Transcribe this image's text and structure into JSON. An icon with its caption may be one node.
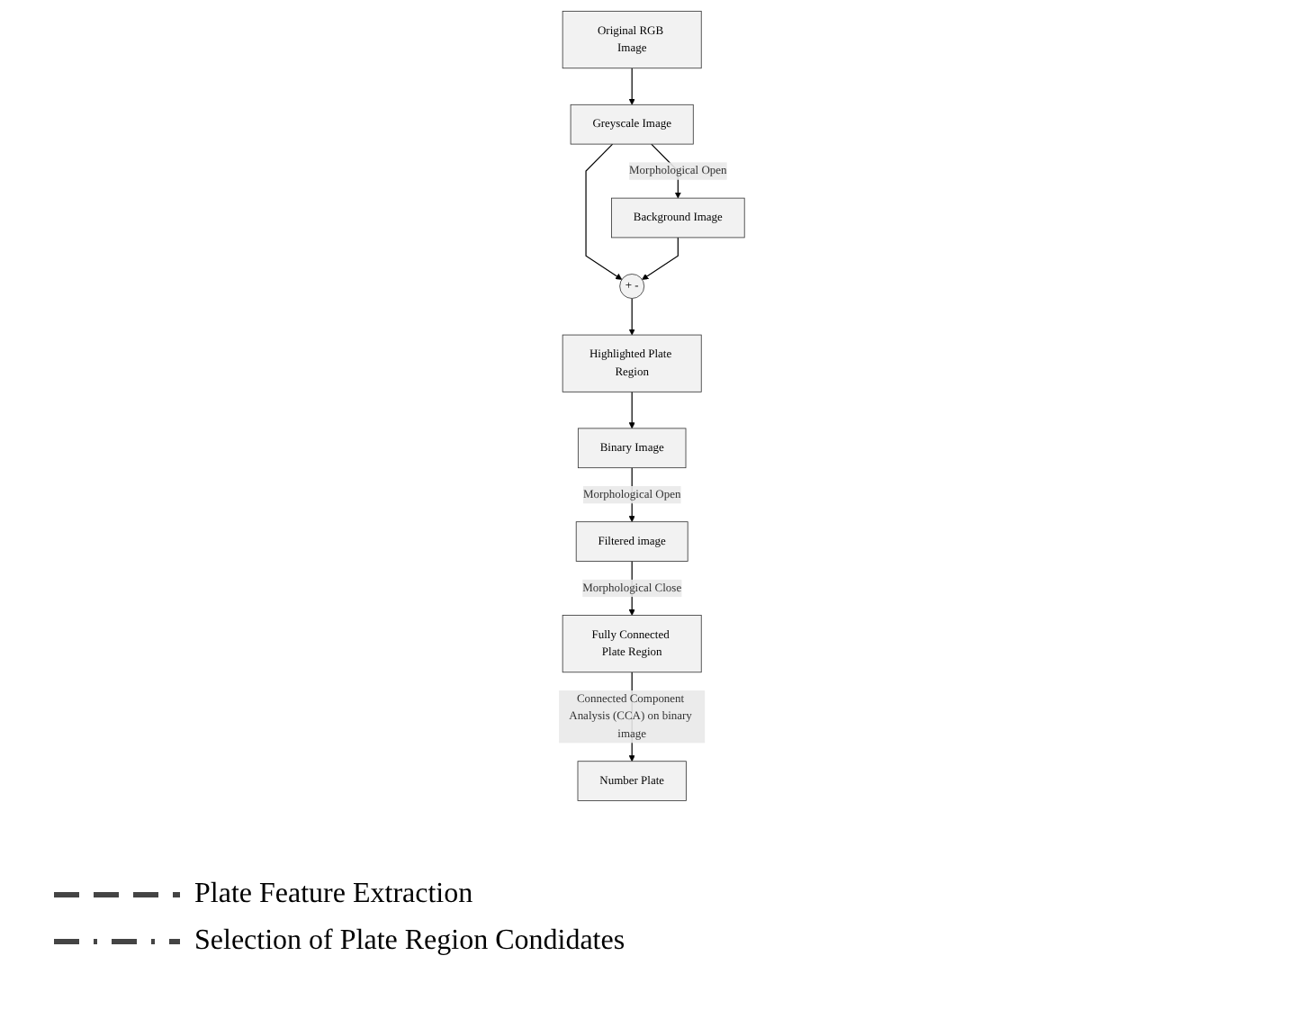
{
  "diagram": {
    "nodes": [
      {
        "text": [
          "Original RGB Image"
        ]
      },
      {
        "text": [
          "Greyscale Image"
        ]
      },
      {
        "text": [
          "Background Image"
        ]
      },
      {
        "text": [
          "+",
          "-"
        ]
      },
      {
        "text": [
          "Highlighted Plate Region"
        ]
      },
      {
        "text": [
          "Binary Image"
        ]
      },
      {
        "text": [
          "Filtered image"
        ]
      },
      {
        "text": [
          "Fully Connected Plate Region"
        ]
      },
      {
        "text": [
          "Number Plate"
        ]
      }
    ],
    "edges": [
      {
        "from": 0,
        "to": 1,
        "arrow": "to"
      },
      {
        "from": 1,
        "to": 2,
        "label": "Morphological Open",
        "arrow": "to"
      },
      {
        "from": 1,
        "to": 3,
        "arrow": "to"
      },
      {
        "from": 2,
        "to": 3,
        "arrow": "to"
      },
      {
        "from": 3,
        "to": 4,
        "arrow": "to"
      },
      {
        "from": 4,
        "to": 5,
        "arrow": "to"
      },
      {
        "from": 5,
        "to": 6,
        "label": "Morphological Open",
        "arrow": "to"
      },
      {
        "from": 6,
        "to": 7,
        "label": "Morphological Close",
        "arrow": "to"
      },
      {
        "from": 7,
        "to": 8,
        "label": "Connected Component Analysis (CCA) on binary image",
        "arrow": "to"
      }
    ],
    "legend": [
      {
        "text": "Plate Feature Extraction"
      },
      {
        "text": "Selection of Plate Region Condidates"
      }
    ]
  }
}
